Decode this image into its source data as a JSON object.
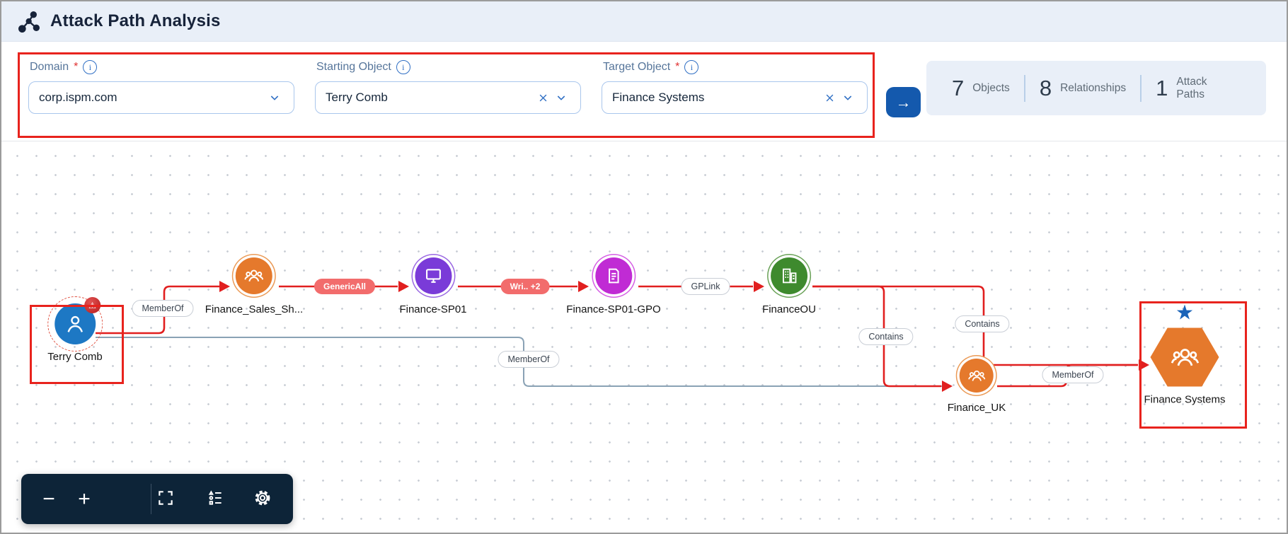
{
  "header": {
    "title": "Attack Path Analysis"
  },
  "filters": {
    "required_marker": "*",
    "domain": {
      "label": "Domain",
      "required": true,
      "value": "corp.ispm.com"
    },
    "starting_object": {
      "label": "Starting Object",
      "required": false,
      "value": "Terry Comb"
    },
    "target_object": {
      "label": "Target Object",
      "required": true,
      "value": "Finance Systems"
    }
  },
  "run": {
    "arrow_glyph": "→"
  },
  "stats": [
    {
      "value": "7",
      "label": "Objects"
    },
    {
      "value": "8",
      "label": "Relationships"
    },
    {
      "value": "1",
      "label": "Attack Paths"
    }
  ],
  "graph": {
    "nodes": [
      {
        "id": "terry-comb",
        "label": "Terry Comb",
        "type": "user",
        "color": "#1d78c4",
        "flagged": true
      },
      {
        "id": "finance-sales-sh",
        "label": "Finance_Sales_Sh...",
        "type": "group",
        "color": "#e5792c"
      },
      {
        "id": "finance-sp01",
        "label": "Finance-SP01",
        "type": "computer",
        "color": "#7a3bd8"
      },
      {
        "id": "finance-sp01-gpo",
        "label": "Finance-SP01-GPO",
        "type": "gpo",
        "color": "#c02bd4"
      },
      {
        "id": "financeou",
        "label": "FinanceOU",
        "type": "ou",
        "color": "#3e8a2e"
      },
      {
        "id": "finance-uk",
        "label": "Finance_UK",
        "type": "group",
        "color": "#e5792c"
      },
      {
        "id": "finance-systems",
        "label": "Finance Systems",
        "type": "target-group",
        "color": "#e5792c",
        "starred": true
      }
    ],
    "edges": [
      {
        "from": "terry-comb",
        "to": "finance-sales-sh",
        "label": "MemberOf",
        "style": "white",
        "line": "red"
      },
      {
        "from": "finance-sales-sh",
        "to": "finance-sp01",
        "label": "GenericAll",
        "style": "red",
        "line": "red"
      },
      {
        "from": "finance-sp01",
        "to": "finance-sp01-gpo",
        "label": "Wri.. +2",
        "style": "red",
        "line": "red"
      },
      {
        "from": "finance-sp01-gpo",
        "to": "financeou",
        "label": "GPLink",
        "style": "white",
        "line": "red"
      },
      {
        "from": "financeou",
        "to": "finance-uk",
        "label": "Contains",
        "style": "white",
        "line": "red"
      },
      {
        "from": "financeou",
        "to": "finance-systems",
        "label": "Contains",
        "style": "white",
        "line": "red"
      },
      {
        "from": "finance-uk",
        "to": "finance-systems",
        "label": "MemberOf",
        "style": "white",
        "line": "red"
      },
      {
        "from": "terry-comb",
        "to": "finance-uk",
        "label": "MemberOf",
        "style": "white",
        "line": "gray"
      }
    ]
  },
  "icons": {
    "warning": "⚠",
    "star": "★",
    "minus": "−",
    "plus": "+",
    "arrow_right": "→"
  },
  "colors": {
    "annotation_red": "#e8231d",
    "edge_red": "#e11f1f",
    "edge_gray": "#8aa2b5",
    "accent_blue": "#1459ad",
    "panel_bg": "#e9eff8",
    "toolbar_bg": "#0d2438"
  }
}
